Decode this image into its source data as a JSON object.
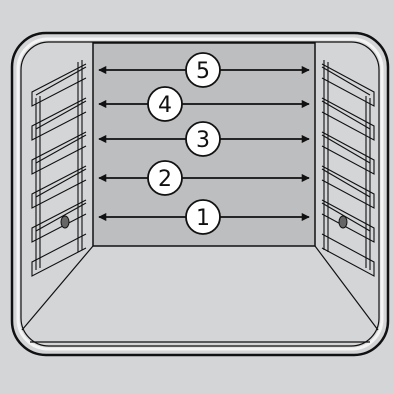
{
  "diagram": {
    "levels": [
      {
        "id": "level-5",
        "label": "5"
      },
      {
        "id": "level-4",
        "label": "4"
      },
      {
        "id": "level-3",
        "label": "3"
      },
      {
        "id": "level-2",
        "label": "2"
      },
      {
        "id": "level-1",
        "label": "1"
      }
    ],
    "colors": {
      "background": "#d4d5d7",
      "cavity": "#d4d5d7",
      "back_wall": "#bdbec0",
      "outline": "#111111",
      "rim": "#f4f4f4",
      "badge_fill": "#ffffff"
    }
  }
}
